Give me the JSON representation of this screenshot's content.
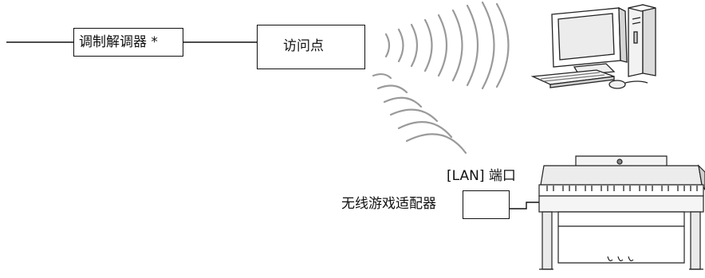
{
  "diagram": {
    "modem_label": "调制解调器 *",
    "access_point_label": "访问点",
    "lan_port_label": "[LAN] 端口",
    "wireless_adapter_label": "无线游戏适配器"
  },
  "icons": {
    "computer": "desktop-computer-icon",
    "piano": "digital-piano-icon",
    "wireless": "wireless-waves-icon"
  }
}
